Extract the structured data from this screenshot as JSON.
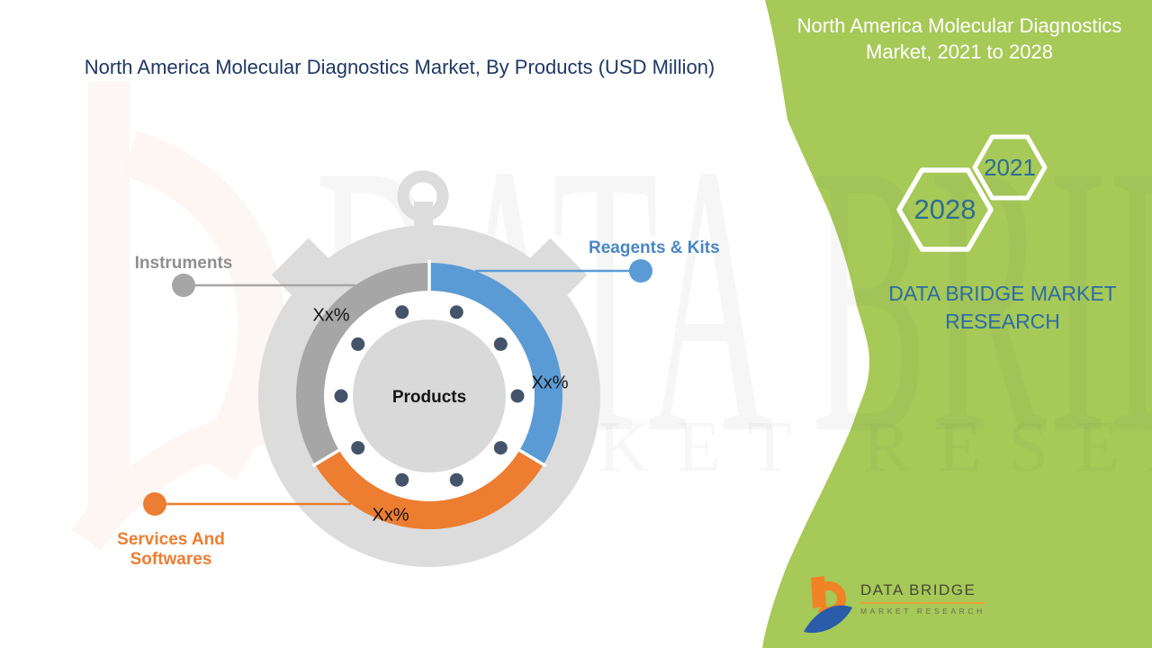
{
  "watermark": {
    "big_text": "DATA BRIDGE",
    "small_text": "MARKET RESEARCH"
  },
  "side_panel": {
    "background_color": "#a6c957",
    "title": "North America Molecular Diagnostics Market, 2021 to 2028",
    "title_color": "#ffffff",
    "hexagon_years": [
      {
        "year": "2021"
      },
      {
        "year": "2028"
      }
    ],
    "year_text_color": "#2e6d94",
    "brand_name": "DATA BRIDGE MARKET RESEARCH",
    "brand_color": "#2d6ca5"
  },
  "footer_logo": {
    "company": "DATA BRIDGE",
    "tagline": "MARKET RESEARCH",
    "orange": "#f08326",
    "blue": "#2b5caa"
  },
  "chart_data": {
    "type": "pie",
    "variant": "donut-stopwatch",
    "title": "North America Molecular Diagnostics Market, By Products (USD Million)",
    "title_color": "#1f3864",
    "center_label": "Products",
    "legend_position": "callout-labels",
    "segments": [
      {
        "label": "Reagents & Kits",
        "value_label": "Xx%",
        "color": "#5b9bd5",
        "label_color": "#4a86c5",
        "start_angle_deg": 0,
        "end_angle_deg": 121
      },
      {
        "label": "Services And Softwares",
        "value_label": "Xx%",
        "color": "#ed7d31",
        "label_color": "#ed7d31",
        "start_angle_deg": 121,
        "end_angle_deg": 239
      },
      {
        "label": "Instruments",
        "value_label": "Xx%",
        "color": "#a6a6a6",
        "label_color": "#8f8f8f",
        "start_angle_deg": 239,
        "end_angle_deg": 360
      }
    ],
    "tick_dots": {
      "count": 10,
      "start_angle_deg": 18,
      "step_deg": 36,
      "color": "#44546a"
    },
    "body_color": "#dcdcdc",
    "center_circle_color": "#d9d9d9"
  }
}
